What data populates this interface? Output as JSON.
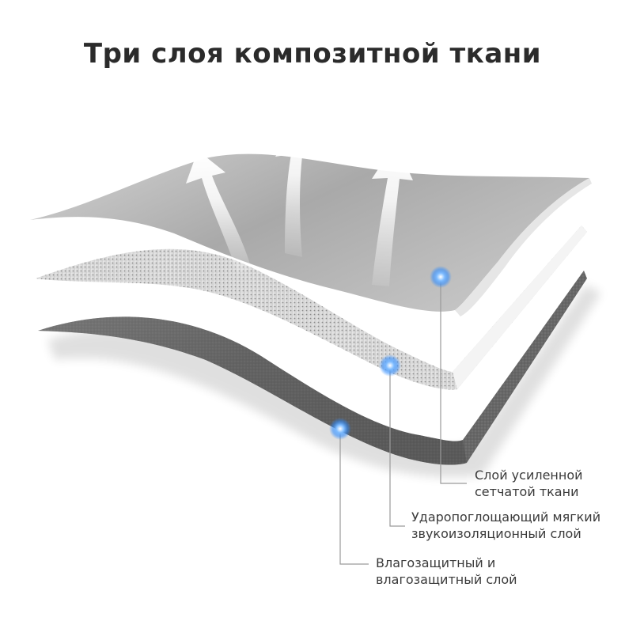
{
  "title": "Три слоя композитной ткани",
  "colors": {
    "title": "#2b2b2b",
    "label_text": "#3a3a3a",
    "leader_line": "#9a9a9a",
    "marker": "#2f8cff",
    "top_layer": "#bdbdbd",
    "middle_layer": "#dcdcdc",
    "bottom_layer": "#6e6e6e"
  },
  "icons": [
    "arrow-up-icon",
    "arrow-up-icon",
    "arrow-up-icon",
    "glow-dot-icon",
    "glow-dot-icon",
    "glow-dot-icon"
  ],
  "callouts": [
    {
      "line1": "Слой усиленной",
      "line2": "сетчатой ткани"
    },
    {
      "line1": "Ударопоглощающий мягкий",
      "line2": "звукоизоляционный слой"
    },
    {
      "line1": "Влагозащитный и",
      "line2": "влагозащитный слой"
    }
  ]
}
